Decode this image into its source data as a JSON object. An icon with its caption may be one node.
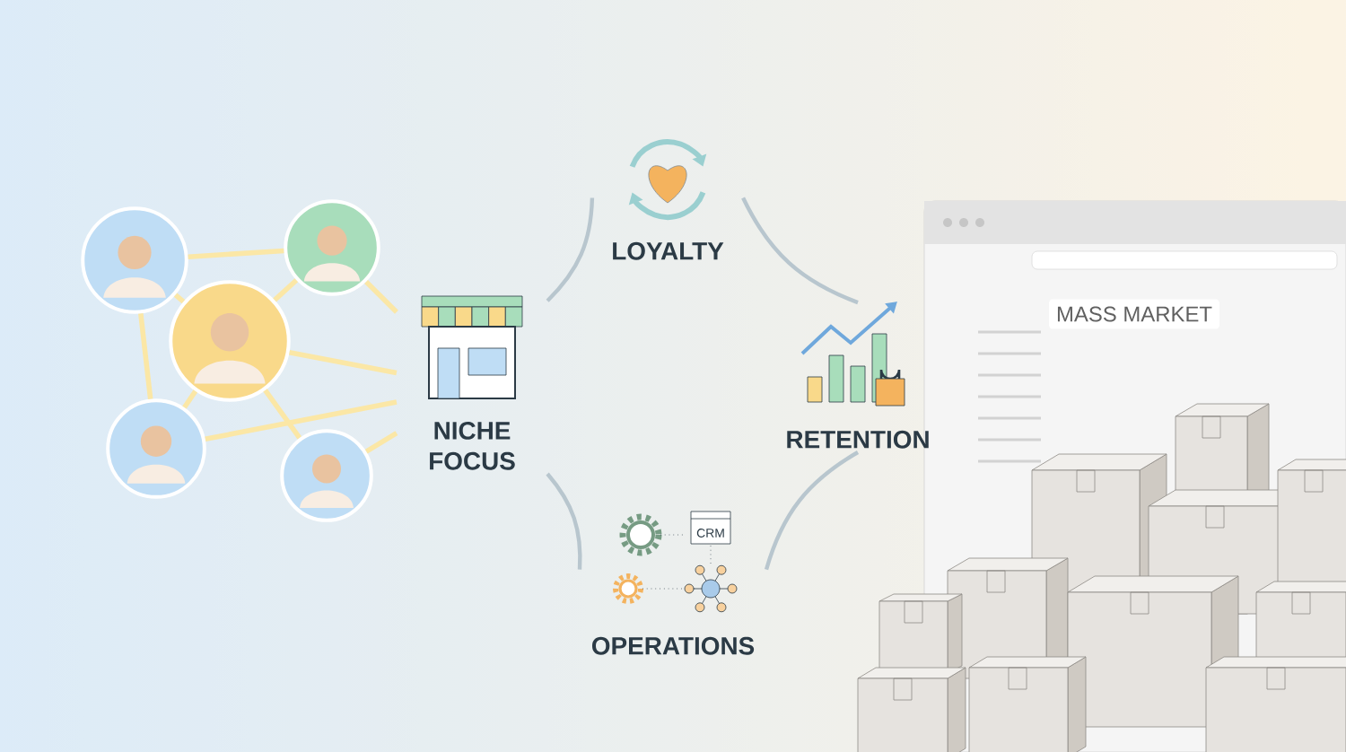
{
  "diagram": {
    "nodes": [
      {
        "text": [],
        "shape": "person"
      },
      {
        "text": [],
        "shape": "person"
      },
      {
        "text": [],
        "shape": "person"
      },
      {
        "text": [],
        "shape": "person"
      },
      {
        "text": [],
        "shape": "person"
      },
      {
        "text": [
          "NICHE FOCUS"
        ]
      },
      {
        "text": [
          "LOYALTY"
        ]
      },
      {
        "text": [
          "RETENTION"
        ]
      },
      {
        "text": [
          "CRM",
          "OPERATIONS"
        ]
      }
    ],
    "edges": [
      {
        "from": 0,
        "to": 1,
        "arrow": "none"
      },
      {
        "from": 0,
        "to": 2,
        "arrow": "none"
      },
      {
        "from": 0,
        "to": 3,
        "arrow": "none"
      },
      {
        "from": 1,
        "to": 2,
        "arrow": "none"
      },
      {
        "from": 1,
        "to": 5,
        "arrow": "none"
      },
      {
        "from": 2,
        "to": 5,
        "arrow": "none"
      },
      {
        "from": 2,
        "to": 3,
        "arrow": "none"
      },
      {
        "from": 2,
        "to": 4,
        "arrow": "none"
      },
      {
        "from": 3,
        "to": 5,
        "arrow": "none"
      },
      {
        "from": 4,
        "to": 5,
        "arrow": "none"
      },
      {
        "from": 5,
        "to": 6,
        "arrow": "none",
        "color": "#b8c6ce"
      },
      {
        "from": 6,
        "to": 7,
        "arrow": "none",
        "color": "#b8c6ce"
      },
      {
        "from": 7,
        "to": 8,
        "arrow": "none",
        "color": "#b8c6ce"
      },
      {
        "from": 8,
        "to": 5,
        "arrow": "none",
        "color": "#b8c6ce"
      }
    ],
    "labels": [
      "MASS MARKET"
    ]
  }
}
